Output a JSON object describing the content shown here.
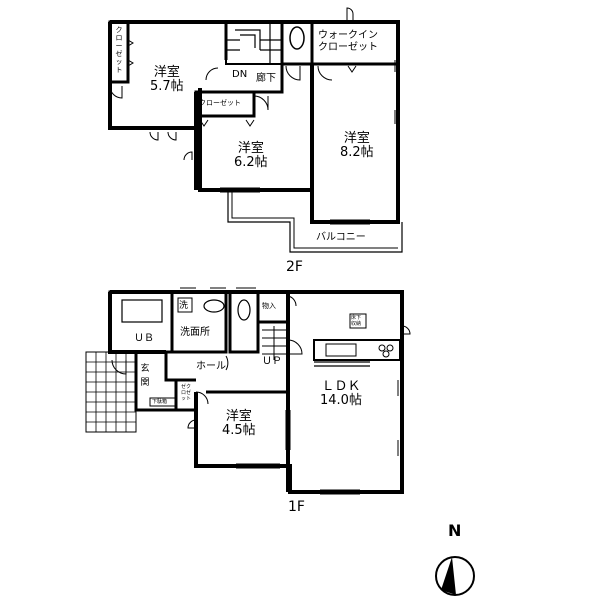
{
  "floors": {
    "second": {
      "label": "2F",
      "rooms": {
        "western_room_a": {
          "name": "洋室",
          "size": "5.7帖"
        },
        "western_room_b": {
          "name": "洋室",
          "size": "6.2帖"
        },
        "western_room_c": {
          "name": "洋室",
          "size": "8.2帖"
        },
        "closet_left": "クローゼット",
        "closet_mid": "クローゼット",
        "walkin_closet_line1": "ウォークイン",
        "walkin_closet_line2": "クローゼット",
        "hallway": "廊下",
        "stairs_dn": "DN",
        "balcony": "バルコニー"
      }
    },
    "first": {
      "label": "1F",
      "rooms": {
        "ldk": {
          "name": "ＬＤＫ",
          "size": "14.0帖"
        },
        "western_room": {
          "name": "洋室",
          "size": "4.5帖"
        },
        "unit_bath": "ＵＢ",
        "washroom": "洗面所",
        "laundry": "洗",
        "storage": "物入",
        "hall": "ホール",
        "stairs_up": "ＵＰ",
        "entrance": "玄関",
        "closet_line1": "ゼク",
        "closet_line2": "ロゼ",
        "closet_line3": "ット",
        "shoe_cabinet": "下駄箱",
        "underfloor_storage_line1": "床下",
        "underfloor_storage_line2": "収納"
      }
    }
  },
  "compass": {
    "label": "N"
  }
}
